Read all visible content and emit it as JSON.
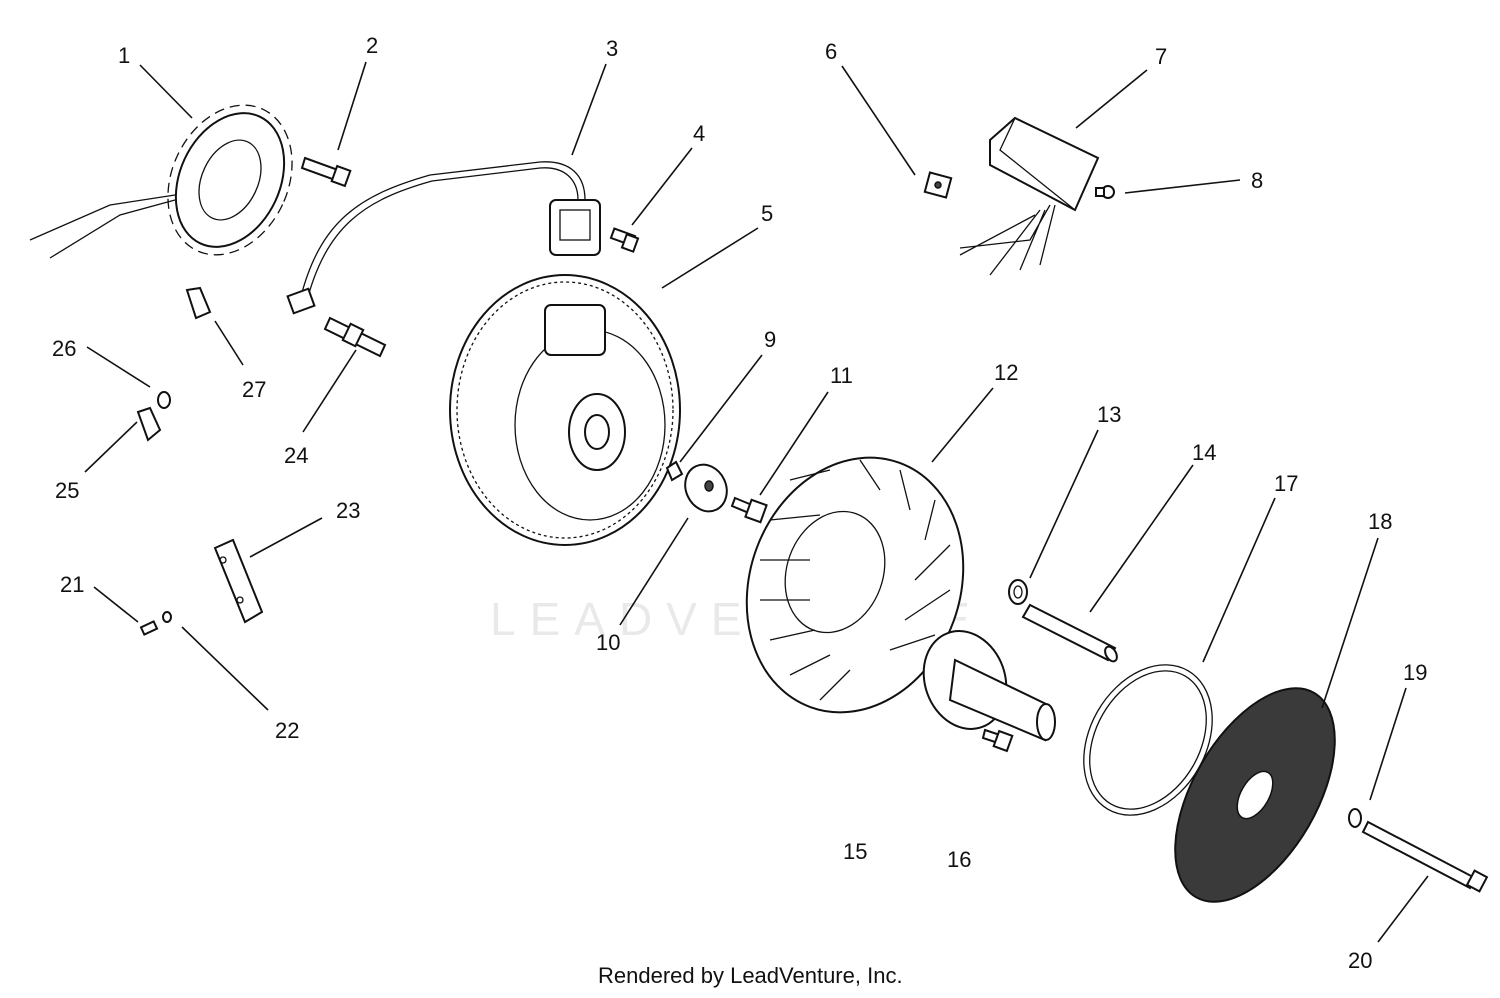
{
  "watermark": "LEADVENTURE",
  "credit": "Rendered by LeadVenture, Inc.",
  "callouts": [
    "1",
    "2",
    "3",
    "4",
    "5",
    "6",
    "7",
    "8",
    "9",
    "10",
    "11",
    "12",
    "13",
    "14",
    "15",
    "16",
    "17",
    "18",
    "19",
    "20",
    "21",
    "22",
    "23",
    "24",
    "25",
    "26",
    "27"
  ]
}
